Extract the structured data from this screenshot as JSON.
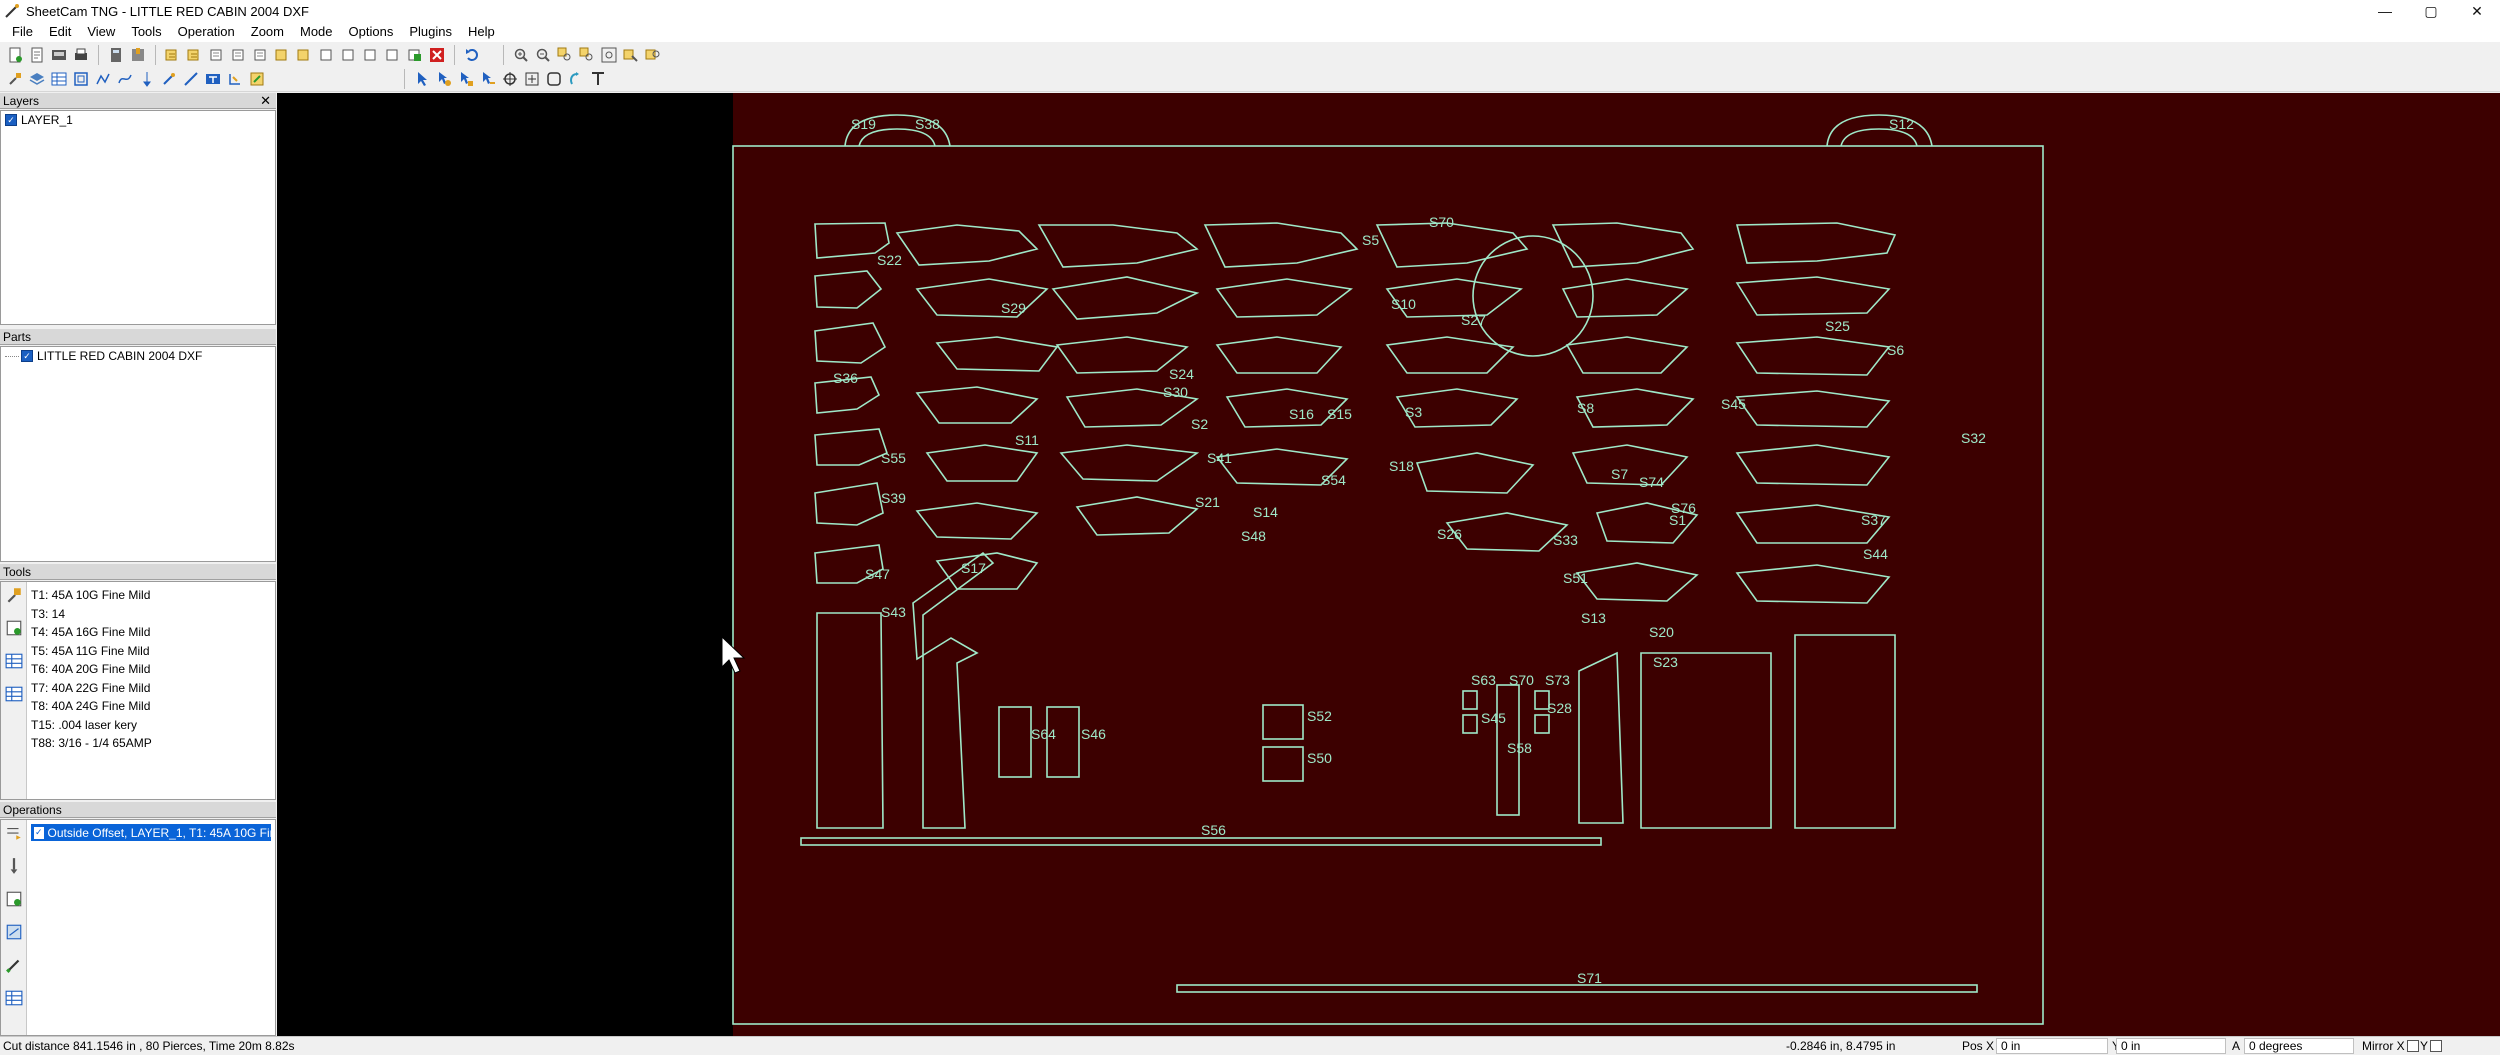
{
  "window": {
    "title": "SheetCam TNG - LITTLE RED CABIN  2004 DXF",
    "minimize": "—",
    "maximize": "▢",
    "close": "✕"
  },
  "menu": [
    "File",
    "Edit",
    "View",
    "Tools",
    "Operation",
    "Zoom",
    "Mode",
    "Options",
    "Plugins",
    "Help"
  ],
  "panels": {
    "layers": {
      "title": "Layers",
      "close": "✕",
      "items": [
        "LAYER_1"
      ]
    },
    "parts": {
      "title": "Parts",
      "items": [
        "LITTLE RED CABIN  2004 DXF"
      ]
    },
    "tools": {
      "title": "Tools",
      "items": [
        "T1: 45A 10G Fine Mild",
        "T3: 14",
        "T4: 45A 16G Fine Mild",
        "T5: 45A 11G Fine Mild",
        "T6: 40A 20G Fine Mild",
        "T7: 40A 22G Fine Mild",
        "T8: 40A 24G Fine Mild",
        "T15: .004 laser kery",
        "T88: 3/16 - 1/4 65AMP"
      ]
    },
    "operations": {
      "title": "Operations",
      "items": [
        "Outside Offset, LAYER_1, T1: 45A 10G Fin..."
      ]
    }
  },
  "drawing": {
    "sheet_color": "#3c0000",
    "outline_color": "#9fe8c8",
    "labels": [
      "S19",
      "S38",
      "S12",
      "S70",
      "S5",
      "S22",
      "S29",
      "S10",
      "S27",
      "S25",
      "S6",
      "S36",
      "S24",
      "S30",
      "S2",
      "S16",
      "S15",
      "S3",
      "S8",
      "S45",
      "S32",
      "S55",
      "S41",
      "S54",
      "S18",
      "S7",
      "S74",
      "S39",
      "S21",
      "S14",
      "S76",
      "S37",
      "S1",
      "S48",
      "S26",
      "S33",
      "S44",
      "S17",
      "S47",
      "S43",
      "S51",
      "S20",
      "S13",
      "S23",
      "S46",
      "S64",
      "S52",
      "S50",
      "S63",
      "S70",
      "S73",
      "S45",
      "S58",
      "S28",
      "S56",
      "S71",
      "S11"
    ]
  },
  "status": {
    "cut_info": "Cut distance 841.1546 in , 80 Pierces, Time 20m 8.82s",
    "cursor": "-0.2846 in, 8.4795 in",
    "pos_x_label": "Pos X",
    "pos_x": "0 in",
    "y_label": "Y",
    "y": "0 in",
    "a_label": "A",
    "a": "0 degrees",
    "mirror_x_label": "Mirror X",
    "mirror_y_label": "Y"
  }
}
